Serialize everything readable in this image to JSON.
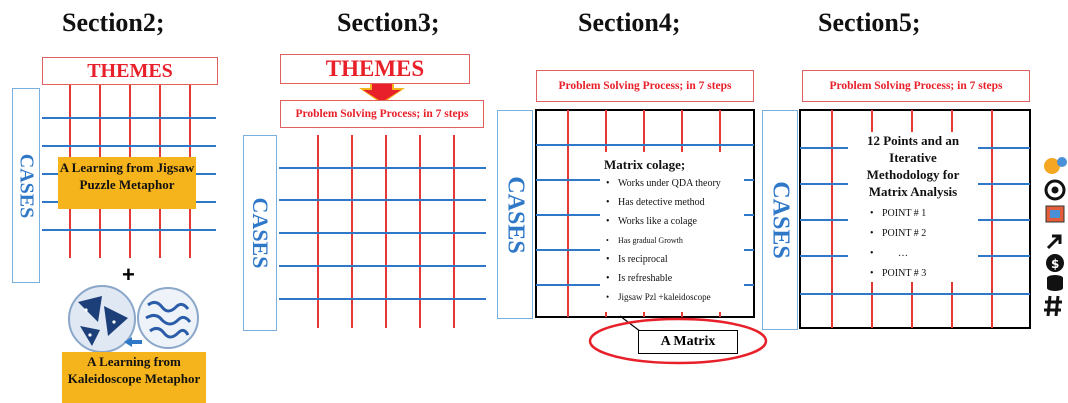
{
  "sections": [
    {
      "title": "Section2;"
    },
    {
      "title": "Section3;"
    },
    {
      "title": "Section4;"
    },
    {
      "title": "Section5;"
    }
  ],
  "themes_label": "THEMES",
  "cases_label": "CASES",
  "plus_symbol": "+",
  "process_label": "Problem Solving Process; in 7 steps",
  "jigsaw_label": "A Learning from Jigsaw Puzzle Metaphor",
  "kaleidoscope_label": "A Learning from Kaleidoscope Metaphor",
  "matrix_colage": {
    "title": "Matrix colage;",
    "items": [
      "Works under QDA theory",
      "Has detective method",
      "Works like a colage",
      "Has gradual Growth",
      "Is reciprocal",
      "Is refreshable",
      "Jigsaw Pzl +kaleidoscope"
    ]
  },
  "matrix_label": "A Matrix",
  "points_box": {
    "title": "12 Points and an Iterative Methodology for Matrix Analysis",
    "items": [
      "POINT # 1",
      "POINT # 2",
      "…",
      "POINT # 3"
    ]
  },
  "colors": {
    "red": "#e8202a",
    "blue": "#2f78c8",
    "orange": "#f5b41c",
    "grid_red": "#e53935",
    "grid_blue": "#2f78c8"
  },
  "side_icons": [
    "emoji-icon",
    "eye-icon",
    "picture-icon",
    "arrow-icon",
    "dollar-icon",
    "database-icon",
    "hash-icon"
  ]
}
